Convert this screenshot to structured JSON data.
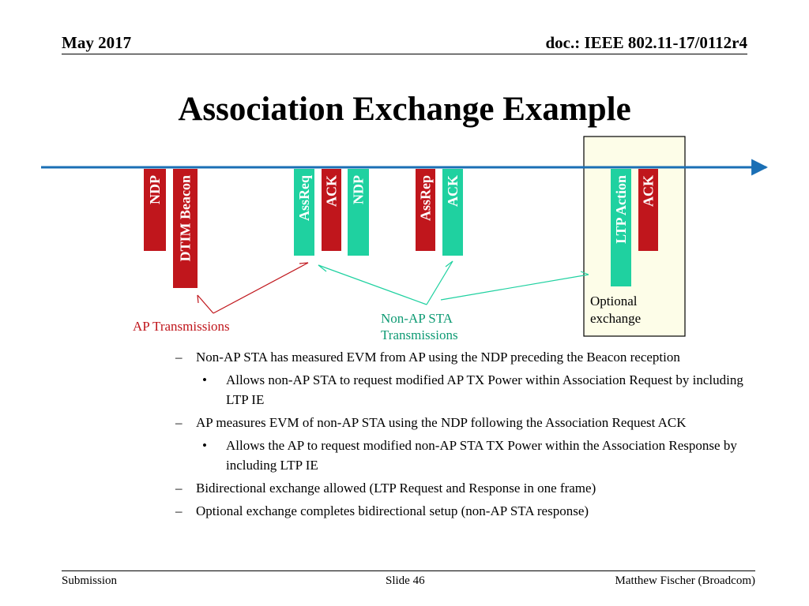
{
  "header": {
    "date": "May 2017",
    "doc": "doc.: IEEE 802.11-17/0112r4"
  },
  "title": "Association Exchange Example",
  "diagram": {
    "frames": [
      {
        "label": "NDP",
        "color": "#c0161c"
      },
      {
        "label": "DTIM Beacon",
        "color": "#c0161c"
      },
      {
        "label": "AssReq",
        "color": "#1fd1a0"
      },
      {
        "label": "ACK",
        "color": "#c0161c"
      },
      {
        "label": "NDP",
        "color": "#1fd1a0"
      },
      {
        "label": "AssRep",
        "color": "#c0161c"
      },
      {
        "label": "ACK",
        "color": "#1fd1a0"
      },
      {
        "label": "LTP Action",
        "color": "#1fd1a0"
      },
      {
        "label": "ACK",
        "color": "#c0161c"
      }
    ],
    "ap_label": "AP Transmissions",
    "sta_label_line1": "Non-AP STA",
    "sta_label_line2": "Transmissions",
    "optional_line1": "Optional",
    "optional_line2": "exchange",
    "timeline_color": "#1a6fb5",
    "optional_box_fill": "#fdfde8",
    "ap_color": "#c0161c",
    "sta_color": "#1fd1a0"
  },
  "bullets": [
    {
      "level": 1,
      "marker": "–",
      "text": "Non-AP STA has measured EVM from AP using the NDP preceding the Beacon reception"
    },
    {
      "level": 2,
      "marker": "•",
      "text": "Allows non-AP STA to request modified AP TX Power within Association Request by including LTP IE"
    },
    {
      "level": 1,
      "marker": "–",
      "text": "AP measures EVM of non-AP STA using the NDP following the Association Request ACK"
    },
    {
      "level": 2,
      "marker": "•",
      "text": "Allows the AP to request modified non-AP STA TX Power within the Association Response by including LTP IE"
    },
    {
      "level": 1,
      "marker": "–",
      "text": "Bidirectional exchange allowed (LTP Request and Response in one frame)"
    },
    {
      "level": 1,
      "marker": "–",
      "text": "Optional exchange completes bidirectional setup (non-AP STA response)"
    }
  ],
  "footer": {
    "left": "Submission",
    "center": "Slide 46",
    "right": "Matthew Fischer (Broadcom)"
  }
}
